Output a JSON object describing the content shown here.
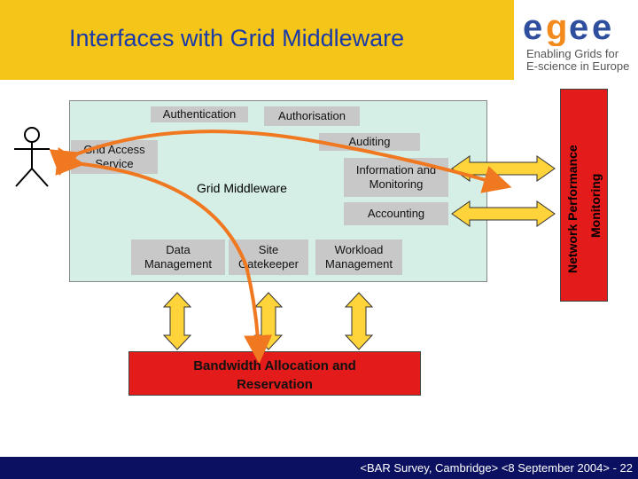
{
  "title": "Interfaces with Grid Middleware",
  "logo": {
    "brand": "egee",
    "tagline_line1": "Enabling Grids for",
    "tagline_line2": "E-science in Europe",
    "colors": {
      "blue": "#2f4f9e",
      "orange": "#f28a1d"
    }
  },
  "middleware": {
    "label": "Grid Middleware",
    "boxes": {
      "authentication": "Authentication",
      "authorisation": "Authorisation",
      "auditing": "Auditing",
      "grid_access_line1": "Grid Access",
      "grid_access_line2": "Service",
      "info_line1": "Information and",
      "info_line2": "Monitoring",
      "accounting": "Accounting",
      "data_line1": "Data",
      "data_line2": "Management",
      "site_line1": "Site",
      "site_line2": "Gatekeeper",
      "workload_line1": "Workload",
      "workload_line2": "Management"
    }
  },
  "network_box": {
    "line1": "Network Performance",
    "line2": "Monitoring"
  },
  "bandwidth_box": {
    "line1": "Bandwidth Allocation and",
    "line2": "Reservation"
  },
  "footer": {
    "text": "<BAR Survey, Cambridge> <8 September 2004> - 22"
  },
  "colors": {
    "header_yellow": "#f5c518",
    "title_blue": "#1a3aa8",
    "middleware_bg": "#d6efe6",
    "grey_box": "#c8c8c8",
    "red": "#e41b1b",
    "orange_arrow": "#f07820",
    "yellow_arrow": "#ffd33a",
    "footer_navy": "#0b1060"
  }
}
